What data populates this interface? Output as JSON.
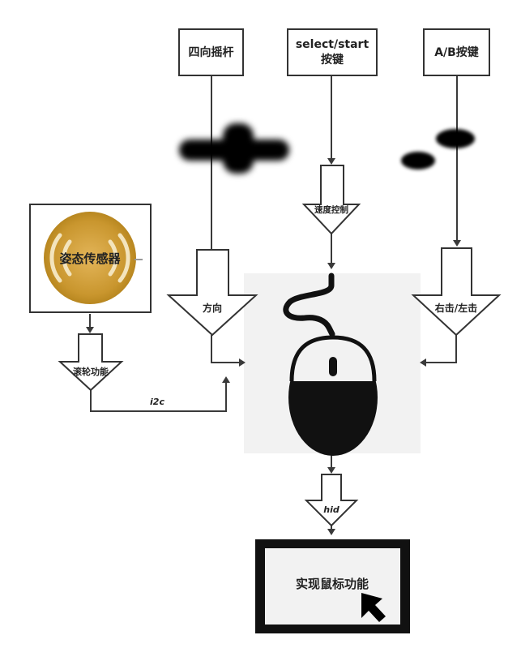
{
  "inputs": {
    "joystick": "四向摇杆",
    "select_start_line1": "select/start",
    "select_start_line2": "按键",
    "ab_keys": "A/B按键",
    "attitude_sensor": "姿态传感器"
  },
  "arrows": {
    "direction": "方向",
    "speed": "速度控制",
    "click": "右击/左击",
    "scroll": "滚轮功能",
    "hid": "hid"
  },
  "links": {
    "i2c": "i2c"
  },
  "output": {
    "label": "实现鼠标功能"
  },
  "colors": {
    "line": "#3a3a3a",
    "mouse_panel": "#f2f2f2",
    "sensor_gold": "#c9962e",
    "ink": "#111111"
  },
  "icons": {
    "dpad": "dpad-icon",
    "buttons": "ab-buttons-icon",
    "sensor": "sensor-icon",
    "mouse": "mouse-icon",
    "cursor": "cursor-arrow-icon"
  }
}
